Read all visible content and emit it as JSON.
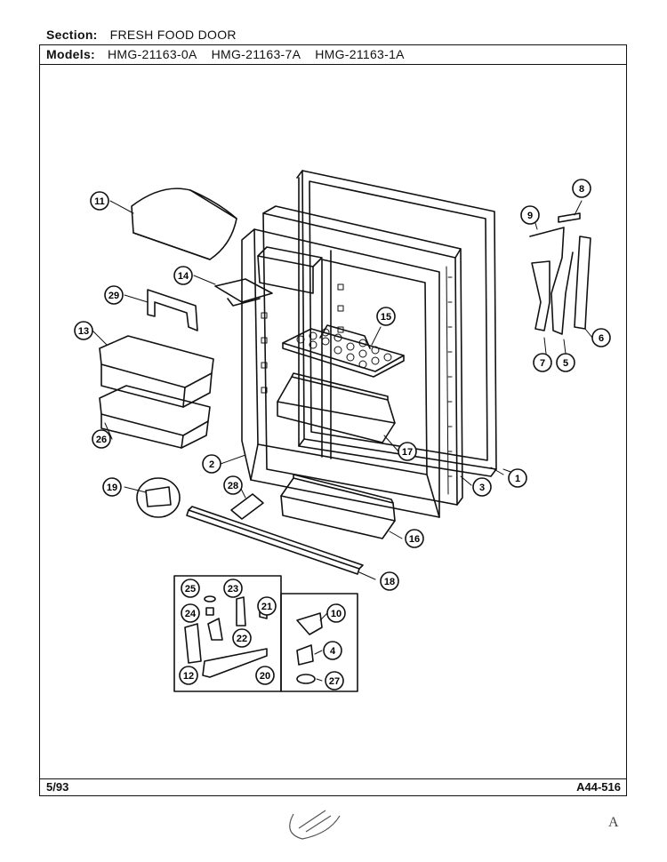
{
  "header": {
    "section_label": "Section:",
    "section_value": "FRESH FOOD DOOR",
    "models_label": "Models:",
    "models": [
      "HMG-21163-0A",
      "HMG-21163-7A",
      "HMG-21163-1A"
    ]
  },
  "footer": {
    "date": "5/93",
    "code": "A44-516"
  },
  "callouts": [
    "1",
    "2",
    "3",
    "4",
    "5",
    "6",
    "7",
    "8",
    "9",
    "10",
    "11",
    "12",
    "13",
    "14",
    "15",
    "16",
    "17",
    "18",
    "19",
    "20",
    "21",
    "22",
    "23",
    "24",
    "25",
    "26",
    "27",
    "28",
    "29"
  ],
  "handwriting": {
    "corner_note": "A"
  }
}
